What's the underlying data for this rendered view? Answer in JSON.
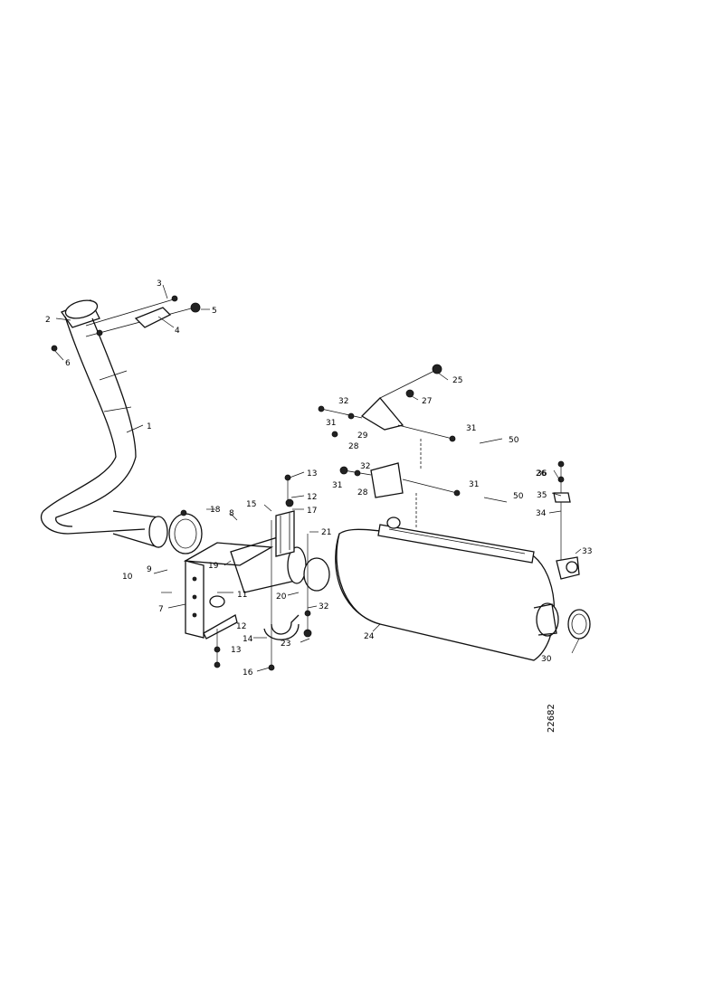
{
  "diagram": {
    "drawing_number": "22682",
    "callouts": {
      "c1": "1",
      "c2": "2",
      "c3": "3",
      "c4": "4",
      "c5": "5",
      "c6": "6",
      "c7": "7",
      "c8": "8",
      "c9": "9",
      "c10": "10",
      "c11": "11",
      "c12a": "12",
      "c12b": "12",
      "c13a": "13",
      "c13b": "13",
      "c14": "14",
      "c15": "15",
      "c16": "16",
      "c17": "17",
      "c18": "18",
      "c19": "19",
      "c20": "20",
      "c21": "21",
      "c23": "23",
      "c24": "24",
      "c25": "25",
      "c26": "26",
      "c27": "27",
      "c28a": "28",
      "c28b": "28",
      "c29": "29",
      "c30": "30",
      "c31a": "31",
      "c31b": "31",
      "c31c": "31",
      "c31d": "31",
      "c32a": "32",
      "c32b": "32",
      "c32c": "32",
      "c33": "33",
      "c34": "34",
      "c35": "35",
      "c36": "36",
      "c50a": "50",
      "c50b": "50"
    }
  }
}
